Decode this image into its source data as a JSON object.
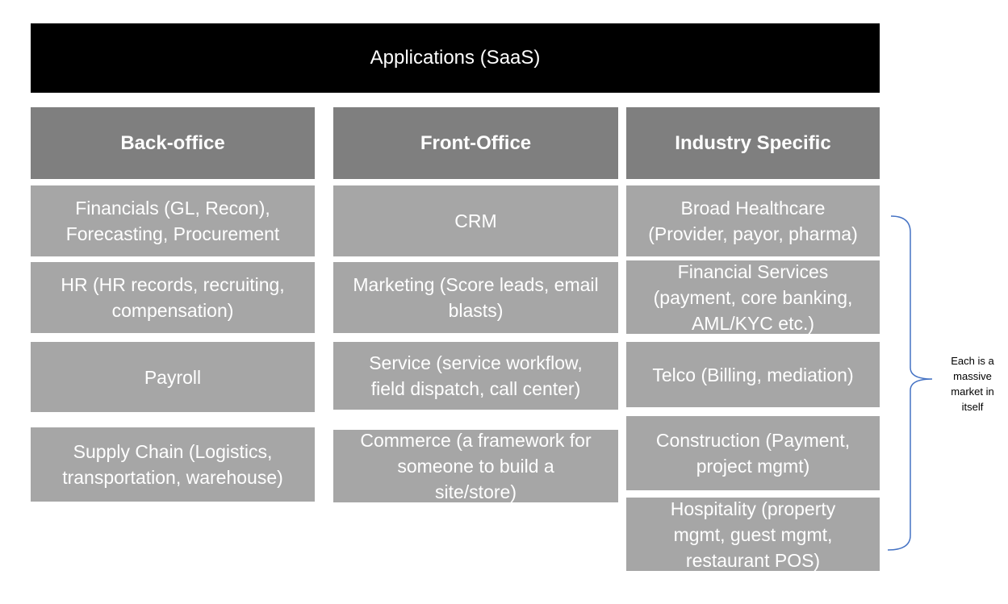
{
  "title": "Applications (SaaS)",
  "colors": {
    "title_bg": "#000000",
    "title_text": "#FFFFFF",
    "header_bg": "#7F7F7F",
    "cell_bg": "#A6A6A6",
    "cell_text": "#FFFFFF",
    "brace": "#4472C4",
    "annotation_text": "#000000",
    "background": "#FFFFFF"
  },
  "columns": [
    {
      "header": "Back-office",
      "cells": [
        "Financials (GL, Recon),\nForecasting, Procurement",
        "HR (HR records, recruiting,\ncompensation)",
        "Payroll",
        "Supply Chain (Logistics,\ntransportation, warehouse)"
      ]
    },
    {
      "header": "Front-Office",
      "cells": [
        "CRM",
        "Marketing (Score leads, email\nblasts)",
        "Service (service workflow,\nfield dispatch, call center)",
        "Commerce (a framework for\nsomeone to build a\nsite/store)"
      ]
    },
    {
      "header": "Industry Specific",
      "cells": [
        "Broad Healthcare\n(Provider, payor, pharma)",
        "Financial Services\n(payment, core banking,\nAML/KYC etc.)",
        "Telco (Billing, mediation)",
        "Construction (Payment,\nproject mgmt)",
        "Hospitality (property\nmgmt, guest mgmt,\nrestaurant POS)"
      ]
    }
  ],
  "annotation": "Each is a\nmassive\nmarket in\nitself"
}
